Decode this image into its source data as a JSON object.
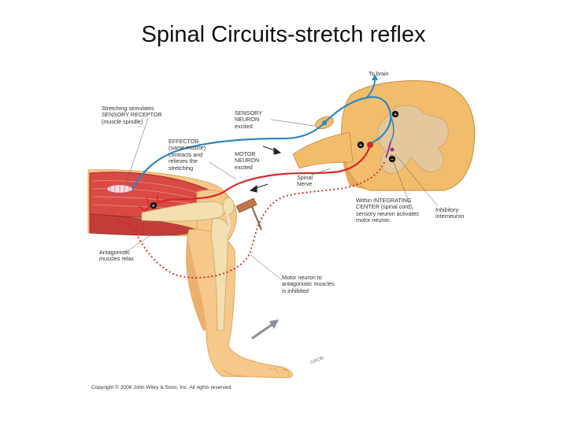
{
  "title": "Spinal Circuits-stretch reflex",
  "labels": {
    "to_brain": "To brain",
    "sensory_receptor": "Stretching stimulates\nSENSORY RECEPTOR\n(muscle spindle)",
    "sensory_neuron": "SENSORY\nNEURON\nexcited",
    "effector": "EFFECTOR\n(same muscle)\ncontracts and\nrelieves the\nstretching",
    "motor_neuron": "MOTOR\nNEURON\nexcited",
    "spinal_nerve": "Spinal\nNerve",
    "integrating_center": "Within INTEGRATING\nCENTER (spinal cord),\nsensory neuron activates\nmotor neuron",
    "inhibitory_interneuron": "Inhibitory\ninterneuron",
    "antagonistic_muscles": "Antagonistic\nmuscles relax",
    "motor_neuron_antagonistic": "Motor neuron to\nantagonistic muscles\nis inhibited",
    "artist_signature": "GROB."
  },
  "copyright": "Copyright © 2006 John Wiley & Sons, Inc. All rights reserved.",
  "symbols": {
    "plus": "+",
    "minus": "−"
  },
  "colors": {
    "sensory_neuron": "#2f86c0",
    "motor_neuron": "#d42a2a",
    "inhibitory_neuron": "#8e3a8e",
    "muscle": "#d94a45",
    "skin": "#f6c889",
    "bone": "#f3dfaf",
    "spinal_cord": "#f1bd6c",
    "gray_matter": "#e4c79c"
  }
}
